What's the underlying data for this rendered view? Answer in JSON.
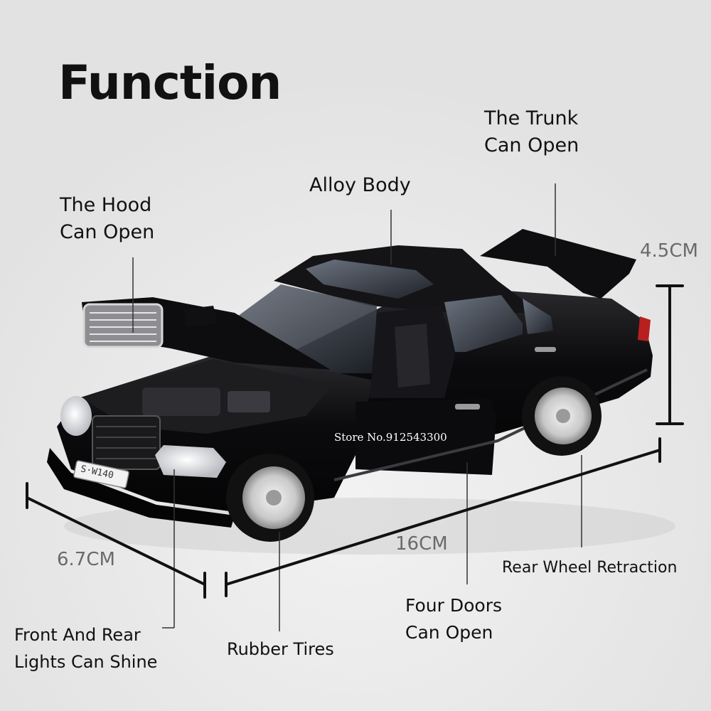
{
  "title": "Function",
  "callouts": {
    "trunk": [
      "The Trunk",
      "Can Open"
    ],
    "alloy": "Alloy Body",
    "hood": [
      "The Hood",
      "Can Open"
    ],
    "lights": [
      "Front And Rear",
      "Lights Can Shine"
    ],
    "tires": "Rubber Tires",
    "doors": [
      "Four Doors",
      "Can Open"
    ],
    "rear_wheel": "Rear Wheel Retraction"
  },
  "dimensions": {
    "height": "4.5CM",
    "length": "16CM",
    "width": "6.7CM"
  },
  "plate": "S·W140",
  "watermark": "Store No.912543300",
  "colors": {
    "background": "#e9e9e9",
    "car_body": "#0c0c0e",
    "text": "#111111",
    "dimension_text": "#6a6a6a"
  }
}
